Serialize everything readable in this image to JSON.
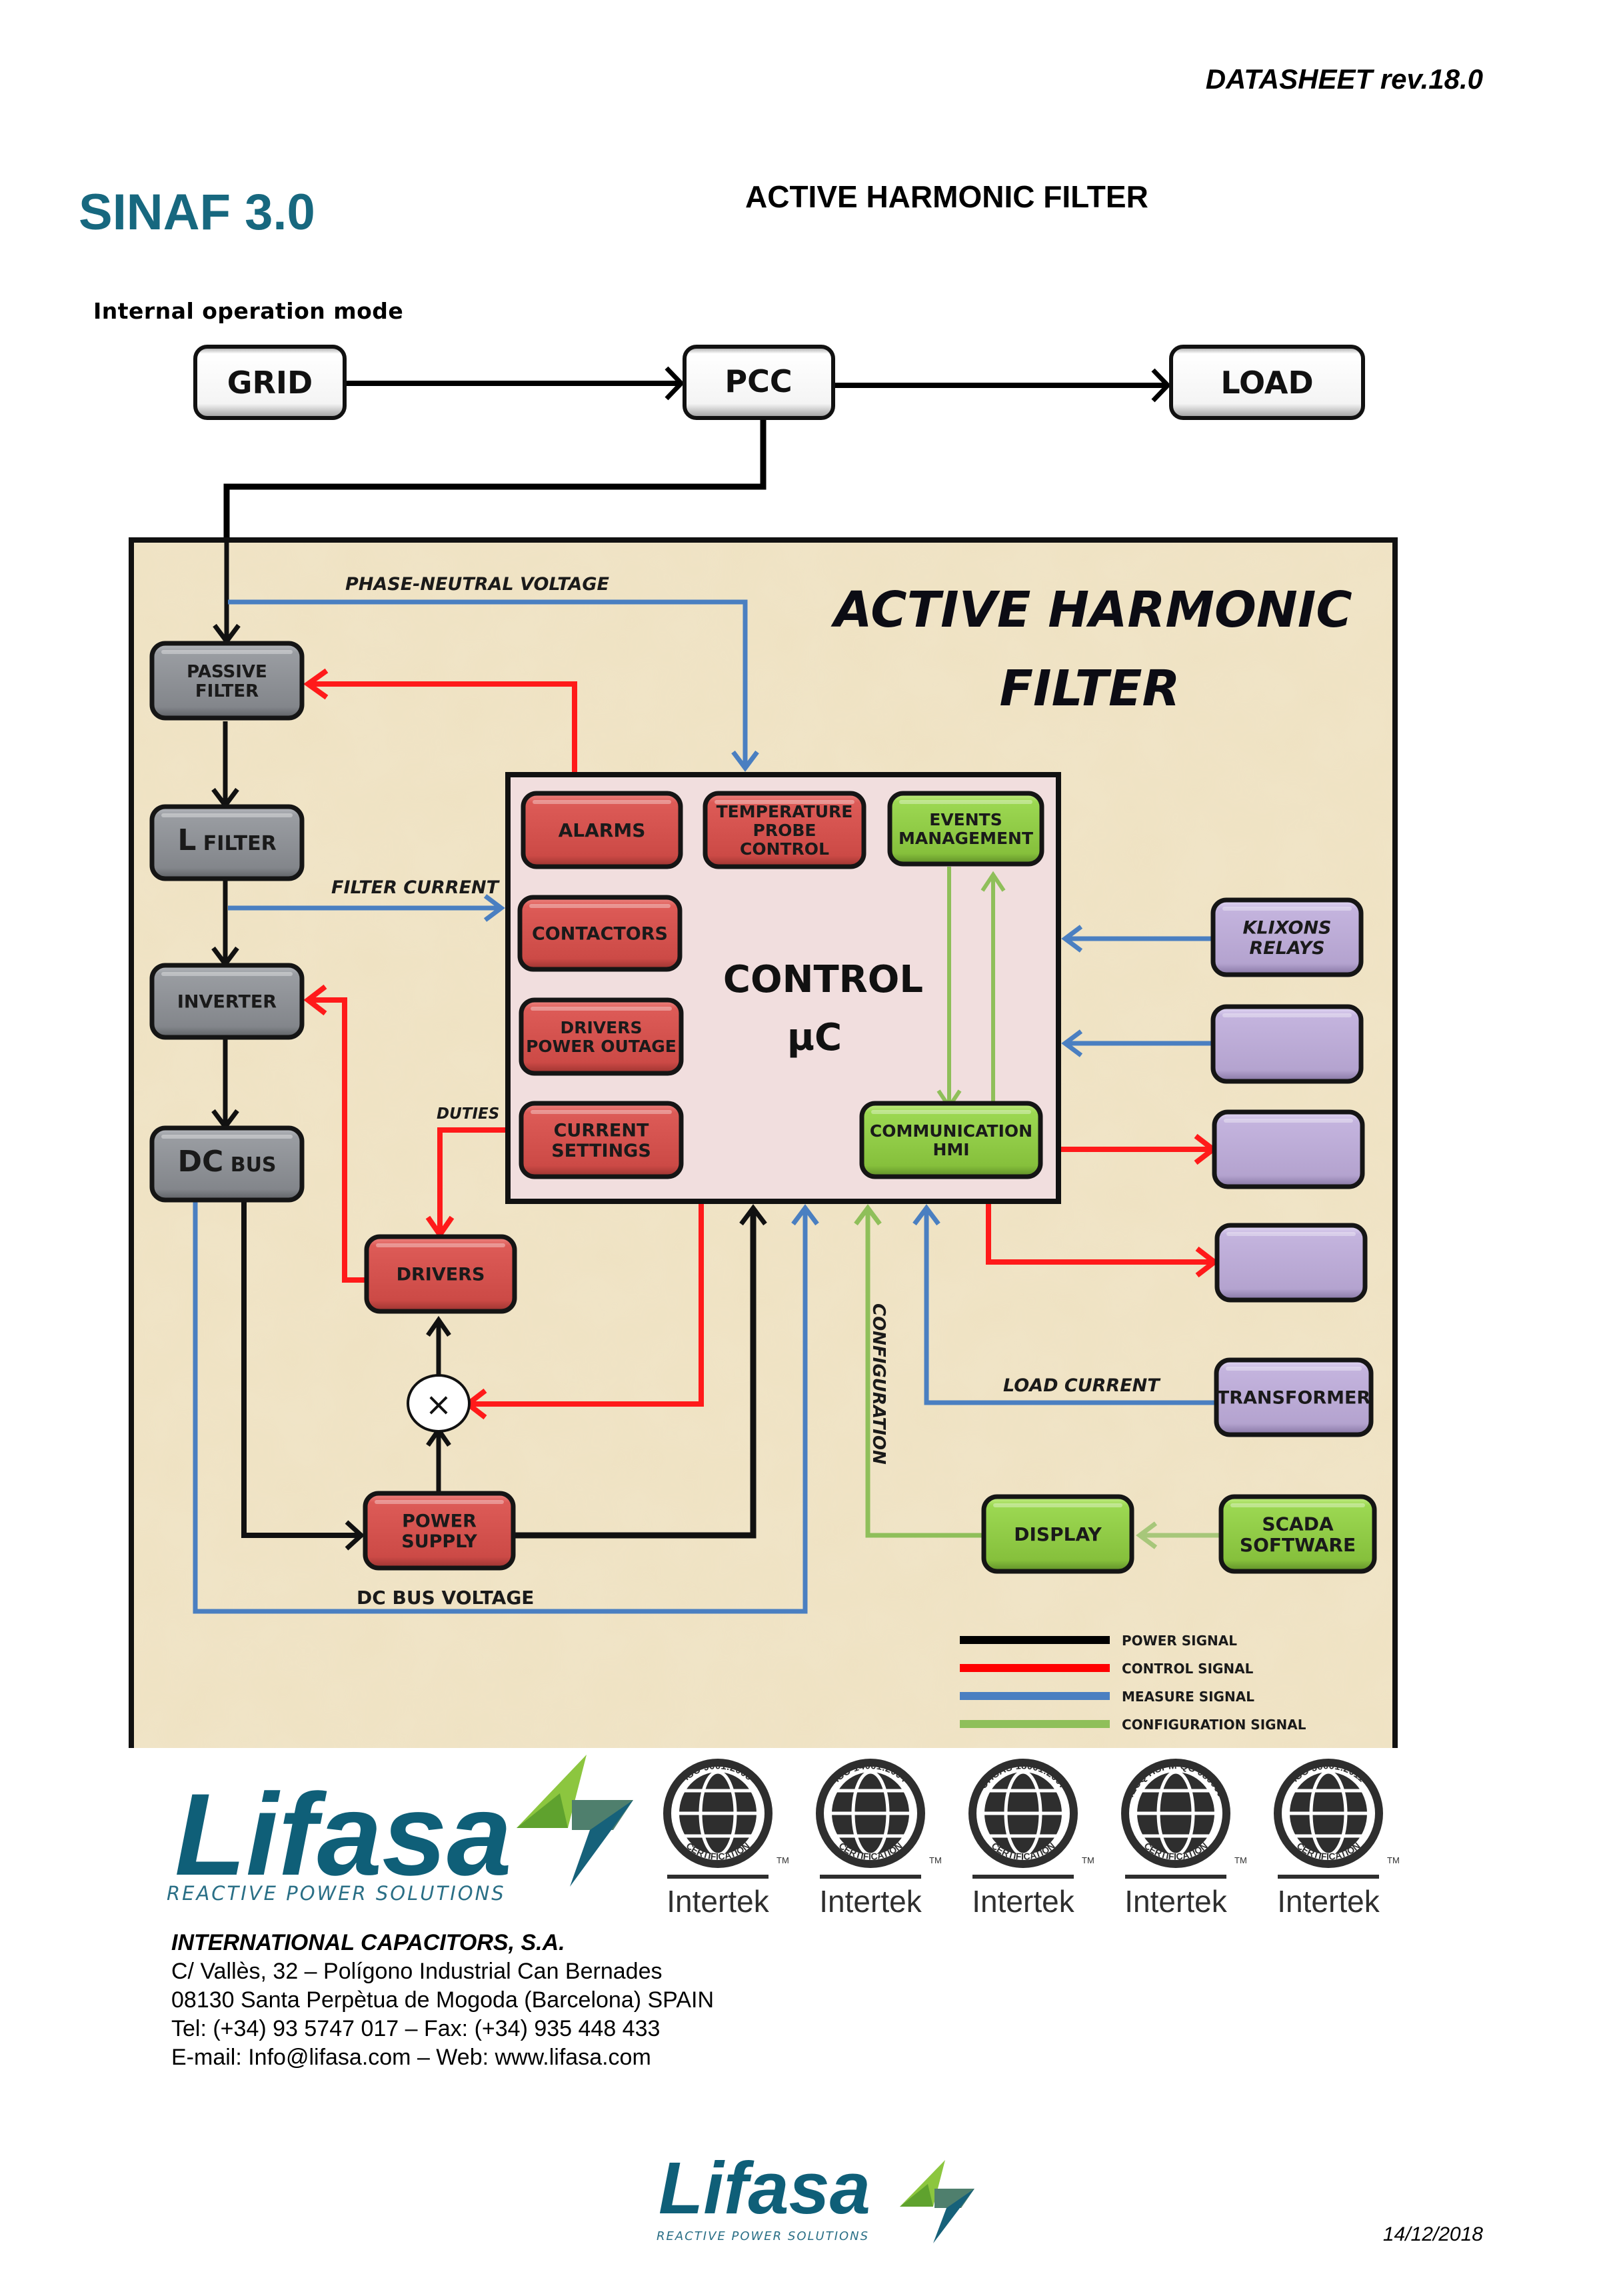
{
  "header": {
    "revision": "DATASHEET rev.18.0",
    "product": "SINAF 3.0",
    "title": "ACTIVE HARMONIC FILTER",
    "section_label": "Internal operation mode"
  },
  "colors": {
    "brand_teal": "#17687f",
    "power_signal": "#000000",
    "control_signal": "#ff0000",
    "measure_signal": "#4a7fc1",
    "configuration_signal": "#8fbf5a",
    "background_parchment": "#efe2c2",
    "control_panel": "#f1dede",
    "block_gray": "#8a8d92",
    "block_red": "#d9534f",
    "block_green": "#8ccc3e",
    "block_purple": "#b7a6d2"
  },
  "flow": {
    "grid": "GRID",
    "pcc": "PCC",
    "load": "LOAD"
  },
  "diagram": {
    "title_line1": "ACTIVE  HARMONIC",
    "title_line2": "FILTER",
    "power_chain": [
      {
        "id": "passive-filter",
        "lines": [
          "PASSIVE",
          "FILTER"
        ]
      },
      {
        "id": "l-filter",
        "lines": [
          "L FILTER"
        ]
      },
      {
        "id": "inverter",
        "lines": [
          "INVERTER"
        ]
      },
      {
        "id": "dc-bus",
        "lines": [
          "DC BUS"
        ]
      }
    ],
    "control": {
      "title": "CONTROL",
      "subtitle": "µC",
      "blocks": [
        {
          "id": "alarms",
          "lines": [
            "ALARMS"
          ],
          "color": "red"
        },
        {
          "id": "temperature-probe-control",
          "lines": [
            "TEMPERATURE",
            "PROBE",
            "CONTROL"
          ],
          "color": "red"
        },
        {
          "id": "events-management",
          "lines": [
            "EVENTS",
            "MANAGEMENT"
          ],
          "color": "green"
        },
        {
          "id": "contactors",
          "lines": [
            "CONTACTORS"
          ],
          "color": "red"
        },
        {
          "id": "drivers-power-outage",
          "lines": [
            "DRIVERS",
            "POWER OUTAGE"
          ],
          "color": "red"
        },
        {
          "id": "current-settings",
          "lines": [
            "CURRENT",
            "SETTINGS"
          ],
          "color": "red"
        },
        {
          "id": "communication-hmi",
          "lines": [
            "COMMUNICATION",
            "HMI"
          ],
          "color": "green"
        }
      ]
    },
    "drivers": "DRIVERS",
    "multiplier": "×",
    "power_supply": [
      "POWER",
      "SUPPLY"
    ],
    "external": [
      {
        "id": "klixons-relays",
        "lines": [
          "KLIXONS",
          "RELAYS"
        ]
      },
      {
        "id": "input-2",
        "lines": []
      },
      {
        "id": "output-1",
        "lines": []
      },
      {
        "id": "output-2",
        "lines": []
      },
      {
        "id": "transformer",
        "lines": [
          "TRANSFORMER"
        ]
      }
    ],
    "display": "DISPLAY",
    "scada": [
      "SCADA",
      "SOFTWARE"
    ],
    "signal_labels": {
      "phase_neutral_voltage": "PHASE-NEUTRAL  VOLTAGE",
      "filter_current": "FILTER  CURRENT",
      "duties": "DUTIES",
      "load_current": "LOAD CURRENT",
      "configuration": "CONFIGURATION",
      "dc_bus_voltage": "DC BUS VOLTAGE"
    },
    "legend": [
      {
        "label": "POWER SIGNAL",
        "color": "#000000"
      },
      {
        "label": "CONTROL SIGNAL",
        "color": "#ff0000"
      },
      {
        "label": "MEASURE SIGNAL",
        "color": "#4a7fc1"
      },
      {
        "label": "CONFIGURATION SIGNAL",
        "color": "#8fbf5a"
      }
    ]
  },
  "branding": {
    "logo_word": "Lifasa",
    "logo_tagline": "REACTIVE POWER SOLUTIONS",
    "certifications": [
      {
        "standard": "ISO 9001:2008",
        "body": "Intertek"
      },
      {
        "standard": "ISO 14001:2004",
        "body": "Intertek"
      },
      {
        "standard": "OHSAS 18001:2007",
        "body": "Intertek"
      },
      {
        "standard": "IECQ HSPM QC 080000",
        "body": "Intertek"
      },
      {
        "standard": "ISO 50001:2011",
        "body": "Intertek"
      }
    ],
    "trademark": "TM",
    "certification_word": "CERTIFICATION"
  },
  "company": {
    "name": "INTERNATIONAL CAPACITORS, S.A.",
    "address1": "C/ Vallès, 32 – Polígono Industrial Can Bernades",
    "address2": "08130 Santa Perpètua de Mogoda (Barcelona) SPAIN",
    "phone": "Tel: (+34) 93 5747 017 – Fax: (+34) 935 448 433",
    "contact": "E-mail: Info@lifasa.com – Web: www.lifasa.com"
  },
  "footer": {
    "date": "14/12/2018"
  }
}
